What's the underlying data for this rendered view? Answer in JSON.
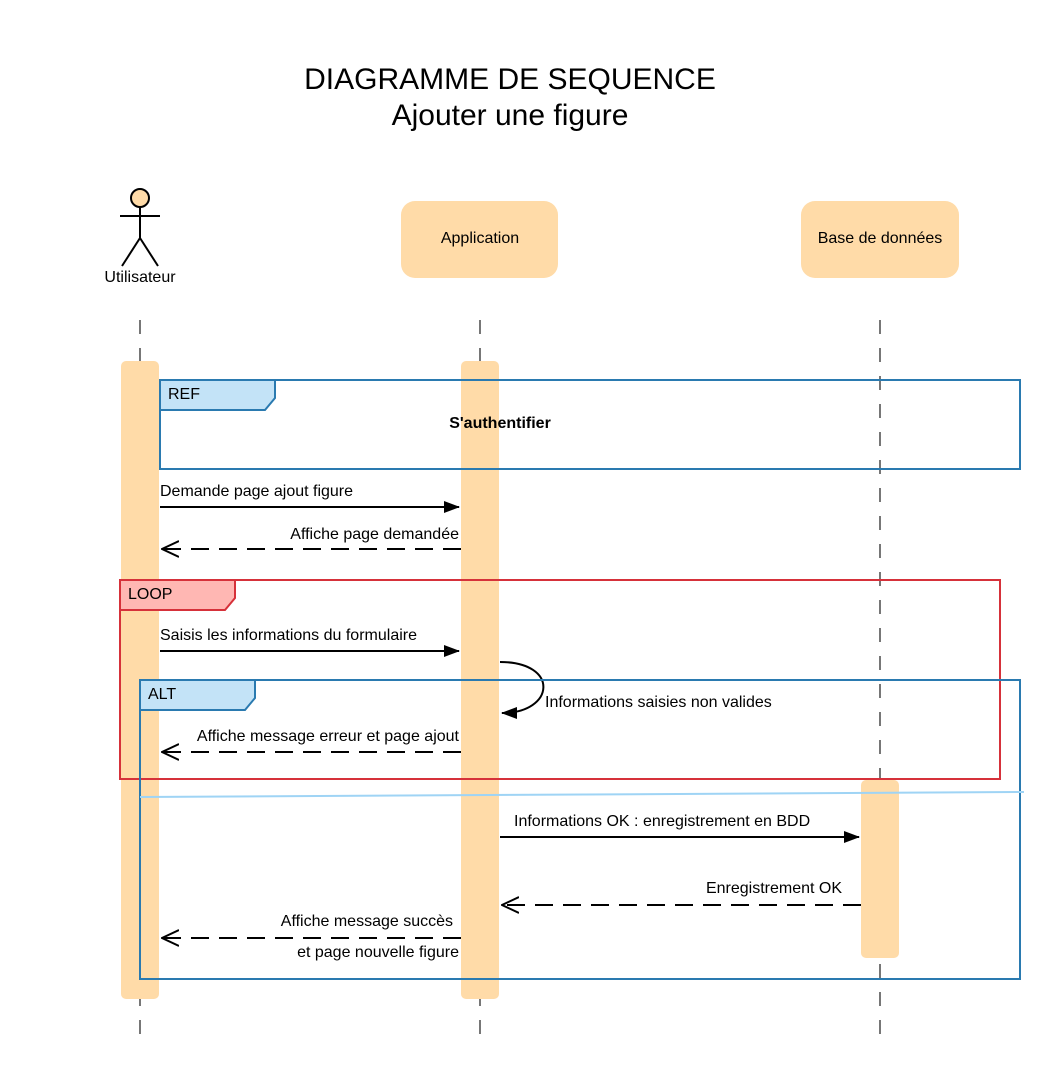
{
  "title": {
    "line1": "DIAGRAMME DE SEQUENCE",
    "line2": "Ajouter une figure"
  },
  "participants": {
    "actor": "Utilisateur",
    "app": "Application",
    "db": "Base de données"
  },
  "fragments": {
    "ref": {
      "tag": "REF",
      "body": "S'authentifier"
    },
    "loop": {
      "tag": "LOOP"
    },
    "alt": {
      "tag": "ALT"
    }
  },
  "messages": {
    "m1": "Demande page ajout figure",
    "m2": "Affiche page demandée",
    "m3": "Saisis les informations du formulaire",
    "m4": "Informations saisies non valides",
    "m5": "Affiche message erreur et page ajout",
    "m6": "Informations OK : enregistrement en BDD",
    "m7": "Enregistrement OK",
    "m8_line1": "Affiche message succès",
    "m8_line2": "et page nouvelle figure"
  },
  "colors": {
    "participant_fill": "#FFDBA8",
    "ref_frame": "#2A7AB0",
    "ref_tag": "#C3E3F7",
    "loop_frame": "#D6313A",
    "loop_tag": "#FFB7B3",
    "alt_frame": "#2A7AB0",
    "alt_tag": "#C3E3F7",
    "alt_separator": "#9FD4F5"
  }
}
